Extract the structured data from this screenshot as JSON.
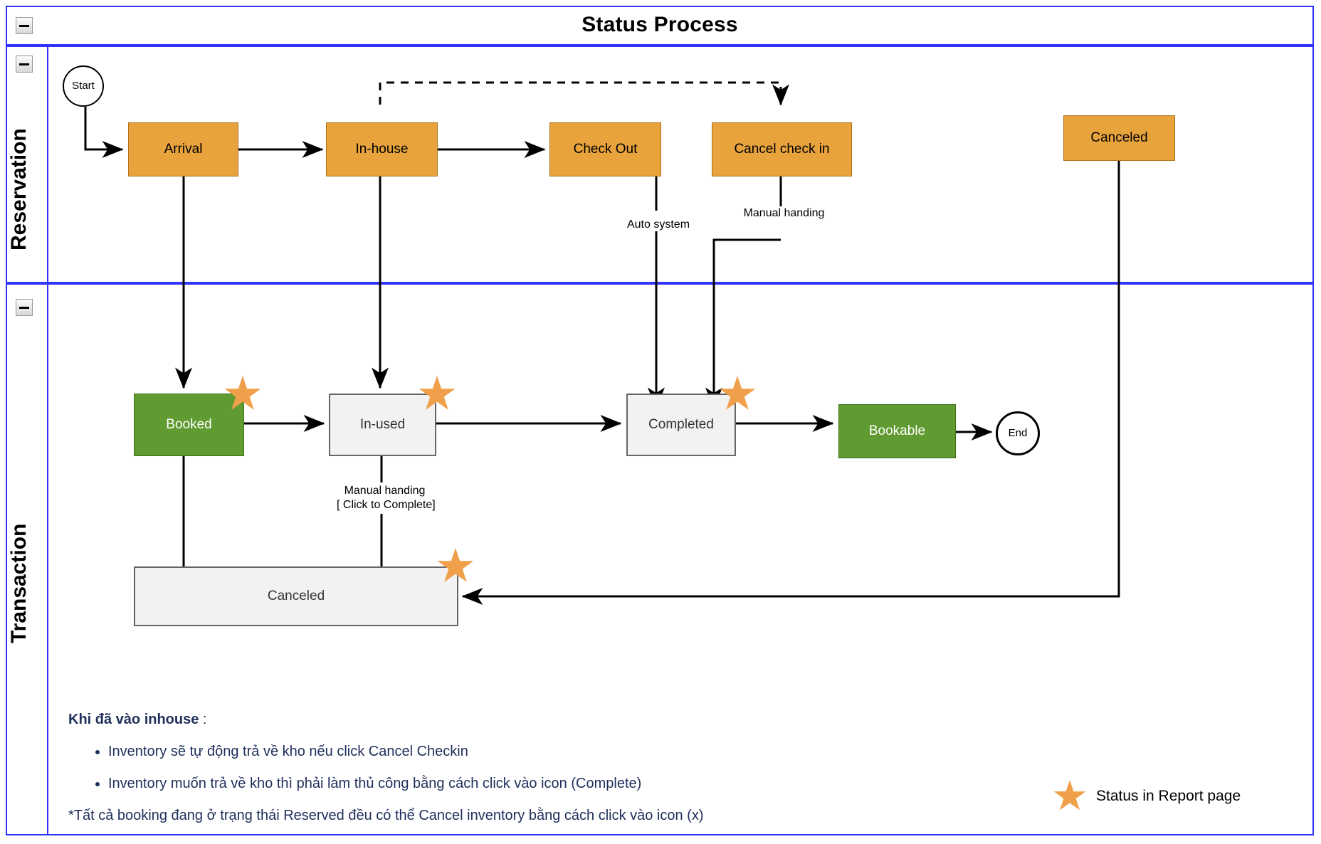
{
  "diagram": {
    "title": "Status Process",
    "lanes": [
      {
        "id": "reservation",
        "label": "Reservation",
        "collapse_icon": "minus-icon"
      },
      {
        "id": "transaction",
        "label": "Transaction",
        "collapse_icon": "minus-icon"
      }
    ],
    "root_collapse_icon": "minus-icon",
    "colors": {
      "frame": "#3333ff",
      "orange_node": "#e8a33d",
      "green_node": "#5f9b30",
      "grey_node": "#f2f2f2",
      "star": "#f0a04b",
      "note_text": "#20305c"
    }
  },
  "nodes": {
    "start": {
      "label": "Start",
      "shape": "circle",
      "lane": "reservation"
    },
    "arrival": {
      "label": "Arrival",
      "shape": "rect",
      "style": "orange",
      "lane": "reservation"
    },
    "in_house": {
      "label": "In-house",
      "shape": "rect",
      "style": "orange",
      "lane": "reservation"
    },
    "check_out": {
      "label": "Check Out",
      "shape": "rect",
      "style": "orange",
      "lane": "reservation"
    },
    "cancel_check_in": {
      "label": "Cancel check in",
      "shape": "rect",
      "style": "orange",
      "lane": "reservation"
    },
    "res_canceled": {
      "label": "Canceled",
      "shape": "rect",
      "style": "orange",
      "lane": "reservation"
    },
    "booked": {
      "label": "Booked",
      "shape": "rect",
      "style": "green",
      "lane": "transaction",
      "starred": true
    },
    "in_used": {
      "label": "In-used",
      "shape": "rect",
      "style": "grey",
      "lane": "transaction",
      "starred": true
    },
    "completed": {
      "label": "Completed",
      "shape": "rect",
      "style": "grey",
      "lane": "transaction",
      "starred": true
    },
    "bookable": {
      "label": "Bookable",
      "shape": "rect",
      "style": "green",
      "lane": "transaction"
    },
    "tx_canceled": {
      "label": "Canceled",
      "shape": "rect",
      "style": "grey",
      "lane": "transaction",
      "starred": true
    },
    "end": {
      "label": "End",
      "shape": "circle",
      "lane": "transaction"
    }
  },
  "edge_labels": {
    "auto_system": "Auto system",
    "manual_handing": "Manual handing",
    "manual_handing_complete_line1": "Manual handing",
    "manual_handing_complete_line2": "[ Click to Complete]"
  },
  "notes": {
    "heading": "Khi đã vào inhouse",
    "heading_colon": " :",
    "bullets": [
      "Inventory sẽ tự động trả về kho nếu click Cancel Checkin",
      "Inventory muốn trả về kho thì phải làm thủ công bằng cách click vào icon (Complete)"
    ],
    "footnote": "*Tất cả booking đang ở trạng thái Reserved đều có thể Cancel inventory bằng cách click vào icon (x)"
  },
  "legend": {
    "star_icon": "star-icon",
    "text": "Status in Report page"
  }
}
